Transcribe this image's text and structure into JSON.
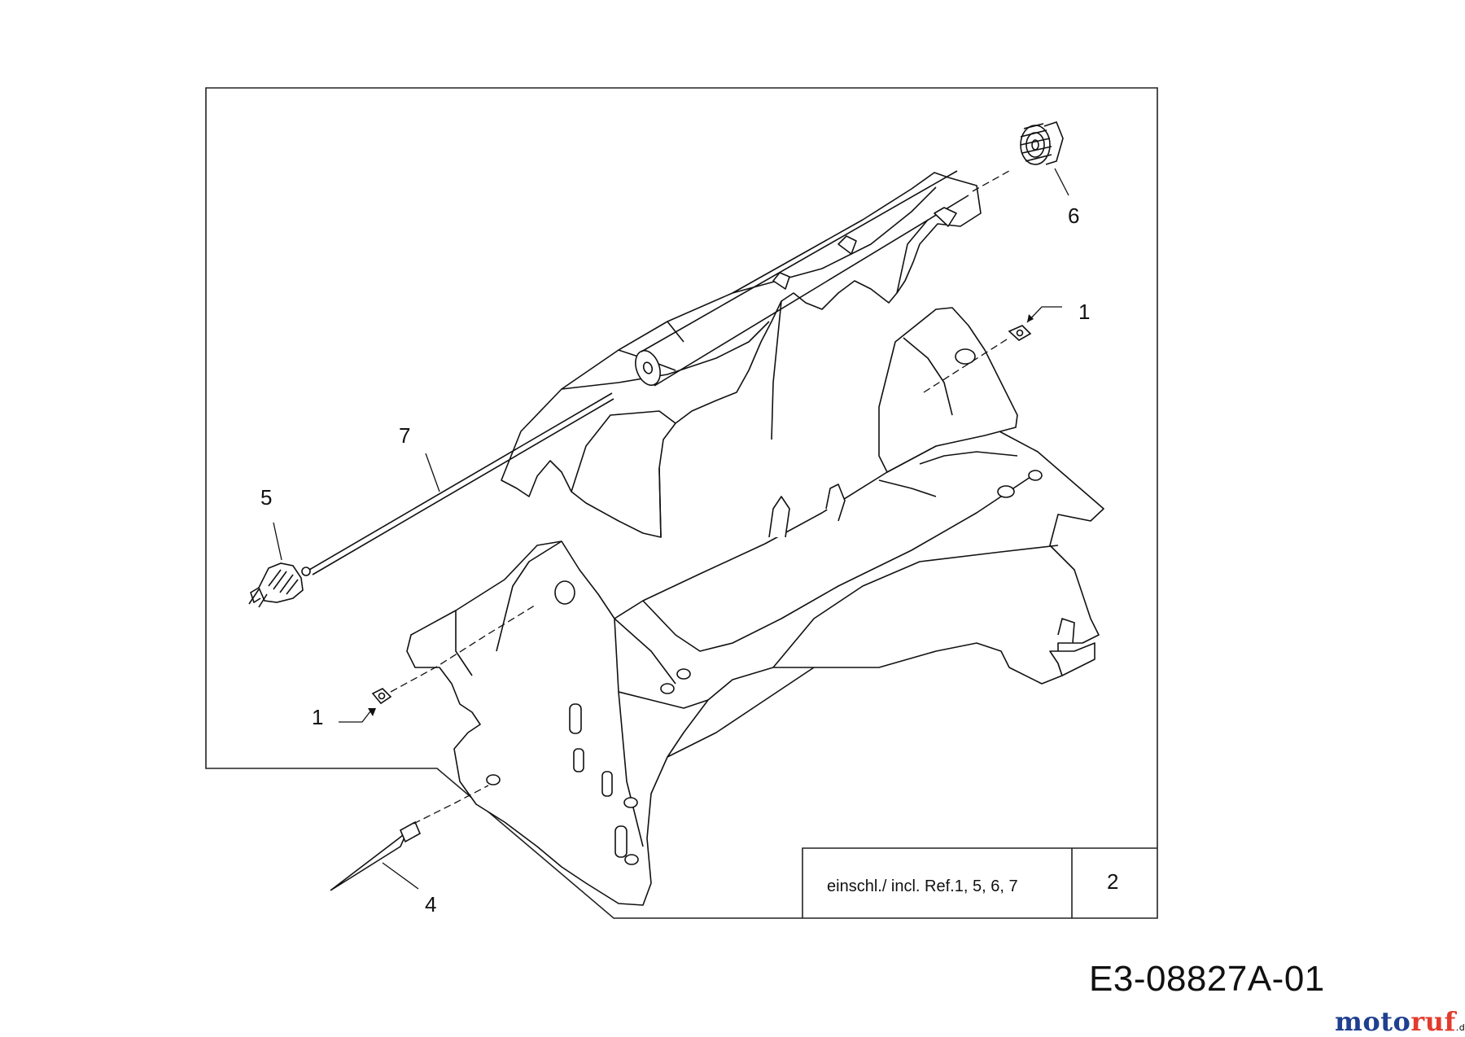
{
  "callouts": {
    "ref_1_top": "1",
    "ref_1_bottom": "1",
    "ref_4": "4",
    "ref_5": "5",
    "ref_6": "6",
    "ref_7": "7"
  },
  "info_box": {
    "note": "einschl./ incl. Ref.1, 5, 6, 7",
    "ref_number": "2"
  },
  "diagram_code": "E3-08827A-01",
  "watermark": {
    "logo_text": "motoruf",
    "logo_suffix": ".de",
    "colors": [
      "#1f3f8f",
      "#e23b2e",
      "#f0a21a"
    ]
  },
  "colors": {
    "line": "#111111",
    "frame": "#222222"
  }
}
